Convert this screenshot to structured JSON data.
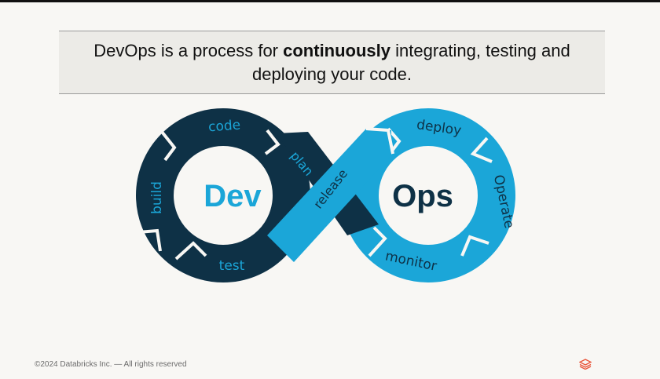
{
  "headline": {
    "before": "DevOps is a process for ",
    "emphasis": "continuously",
    "after": " integrating, testing and deploying your code."
  },
  "diagram": {
    "center_left": "Dev",
    "center_right": "Ops",
    "segments": {
      "code": "code",
      "plan": "plan",
      "build": "build",
      "test": "test",
      "release": "release",
      "deploy": "deploy",
      "operate": "Operate",
      "monitor": "monitor"
    },
    "colors": {
      "dark": "#0e3146",
      "light": "#1ba6d8",
      "bg": "#f8f7f4"
    }
  },
  "footer": {
    "copyright": "©2024 Databricks Inc. — All rights reserved"
  },
  "logo": {
    "icon": "databricks-logo-icon"
  }
}
